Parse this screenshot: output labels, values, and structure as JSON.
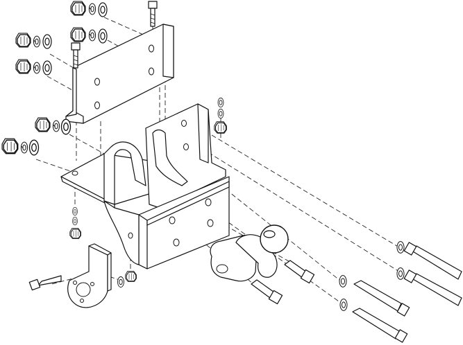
{
  "diagram": {
    "kind": "exploded-assembly line drawing",
    "components": [
      "upper-bracket-plate",
      "tow-hitch-frame",
      "tow-ball",
      "socket-plate",
      "bolts",
      "nuts",
      "washers"
    ],
    "colors": {
      "line": "#111111",
      "background": "#ffffff",
      "shade": "#e6e6e6"
    }
  }
}
